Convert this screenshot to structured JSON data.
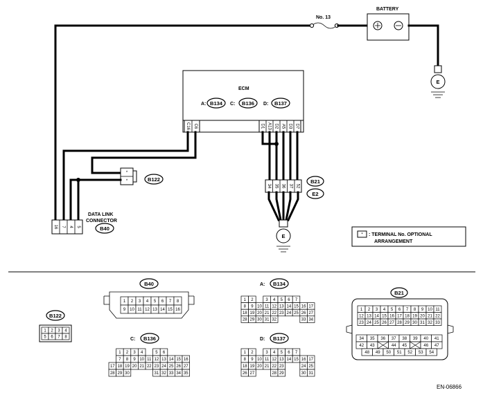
{
  "fuse_label": "No. 13",
  "battery_label": "BATTERY",
  "ground_label": "E",
  "ecm": {
    "title": "ECM",
    "connectors": [
      {
        "prefix": "A:",
        "id": "B134"
      },
      {
        "prefix": "C:",
        "id": "B136"
      },
      {
        "prefix": "D:",
        "id": "B137"
      }
    ],
    "left_pins": [
      "C16",
      "C6"
    ],
    "right_pins": [
      "D1",
      "A13",
      "D2",
      "A5",
      "D3",
      "D7"
    ]
  },
  "b122_label": "B122",
  "b122_pins": [
    "*",
    "*"
  ],
  "data_link": {
    "label_line1": "DATA LINK",
    "label_line2": "CONNECTOR",
    "id": "B40",
    "pins": [
      "16",
      "7",
      "4",
      "5"
    ]
  },
  "b21": {
    "ids": [
      "B21",
      "E2"
    ],
    "pins": [
      "34",
      "35",
      "36",
      "37",
      "52"
    ]
  },
  "legend": {
    "symbol": "*",
    "line1": ": TERMINAL No. OPTIONAL",
    "line2": "ARRANGEMENT"
  },
  "diagram_code": "EN-06866",
  "pinouts": {
    "b122": {
      "title": "B122",
      "rows": [
        [
          "1",
          "2",
          "3",
          "4"
        ],
        [
          "5",
          "6",
          "7",
          "8"
        ]
      ]
    },
    "b40": {
      "title": "B40",
      "rows": [
        [
          "1",
          "2",
          "3",
          "4",
          "5",
          "6",
          "7",
          "8"
        ],
        [
          "9",
          "10",
          "11",
          "12",
          "13",
          "14",
          "15",
          "16"
        ]
      ]
    },
    "b134": {
      "prefix": "A:",
      "title": "B134",
      "rows": [
        [
          "1",
          "2",
          "",
          "3",
          "4",
          "5",
          "6",
          "7"
        ],
        [
          "8",
          "9",
          "10",
          "11",
          "12",
          "13",
          "14",
          "15",
          "16",
          "17"
        ],
        [
          "18",
          "19",
          "20",
          "21",
          "22",
          "23",
          "24",
          "25",
          "26",
          "27"
        ],
        [
          "28",
          "29",
          "30",
          "31",
          "32",
          "",
          "",
          "",
          "33",
          "34"
        ]
      ]
    },
    "b136": {
      "prefix": "C:",
      "title": "B136",
      "rows": [
        [
          "",
          "1",
          "2",
          "3",
          "4",
          "",
          "5",
          "6"
        ],
        [
          "",
          "7",
          "8",
          "9",
          "10",
          "11",
          "12",
          "13",
          "14",
          "15",
          "16"
        ],
        [
          "17",
          "18",
          "19",
          "20",
          "21",
          "22",
          "23",
          "24",
          "25",
          "26",
          "27"
        ],
        [
          "28",
          "29",
          "30",
          "",
          "",
          "",
          "31",
          "32",
          "33",
          "34",
          "35"
        ]
      ]
    },
    "b137": {
      "prefix": "D:",
      "title": "B137",
      "rows": [
        [
          "1",
          "2",
          "",
          "3",
          "4",
          "5",
          "6",
          "7"
        ],
        [
          "8",
          "9",
          "10",
          "11",
          "12",
          "13",
          "14",
          "15",
          "16",
          "17"
        ],
        [
          "18",
          "19",
          "20",
          "21",
          "22",
          "23",
          "",
          "",
          "24",
          "25"
        ],
        [
          "26",
          "27",
          "",
          "",
          "28",
          "29",
          "",
          "",
          "30",
          "31"
        ]
      ]
    },
    "b21": {
      "title": "B21",
      "rows": [
        [
          "1",
          "2",
          "3",
          "4",
          "5",
          "6",
          "7",
          "8",
          "9",
          "10",
          "11"
        ],
        [
          "12",
          "13",
          "14",
          "15",
          "16",
          "17",
          "18",
          "19",
          "20",
          "21",
          "22"
        ],
        [
          "23",
          "24",
          "25",
          "26",
          "27",
          "28",
          "29",
          "30",
          "31",
          "32",
          "33"
        ],
        [
          "34",
          "35",
          "36",
          "37",
          "38",
          "39",
          "40",
          "41"
        ],
        [
          "42",
          "43",
          "",
          "44",
          "45",
          "",
          "46",
          "47"
        ],
        [
          "48",
          "49",
          "50",
          "51",
          "52",
          "53",
          "54"
        ]
      ]
    }
  }
}
